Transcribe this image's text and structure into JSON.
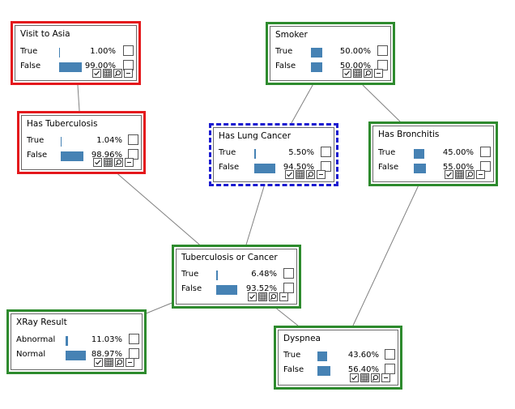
{
  "nodes": {
    "visit_to_asia": {
      "title": "Visit to Asia",
      "states": [
        {
          "label": "True",
          "value": 0.01,
          "pct": "1.00%"
        },
        {
          "label": "False",
          "value": 0.99,
          "pct": "99.00%"
        }
      ],
      "border": "#e4181c"
    },
    "smoker": {
      "title": "Smoker",
      "states": [
        {
          "label": "True",
          "value": 0.5,
          "pct": "50.00%"
        },
        {
          "label": "False",
          "value": 0.5,
          "pct": "50.00%"
        }
      ],
      "border": "#2e8b2e"
    },
    "has_tuberculosis": {
      "title": "Has Tuberculosis",
      "states": [
        {
          "label": "True",
          "value": 0.0104,
          "pct": "1.04%"
        },
        {
          "label": "False",
          "value": 0.9896,
          "pct": "98.96%"
        }
      ],
      "border": "#e4181c"
    },
    "has_lung_cancer": {
      "title": "Has Lung Cancer",
      "states": [
        {
          "label": "True",
          "value": 0.055,
          "pct": "5.50%"
        },
        {
          "label": "False",
          "value": 0.945,
          "pct": "94.50%"
        }
      ],
      "border": "#1a1ad0"
    },
    "has_bronchitis": {
      "title": "Has Bronchitis",
      "states": [
        {
          "label": "True",
          "value": 0.45,
          "pct": "45.00%"
        },
        {
          "label": "False",
          "value": 0.55,
          "pct": "55.00%"
        }
      ],
      "border": "#2e8b2e"
    },
    "tb_or_cancer": {
      "title": "Tuberculosis or Cancer",
      "states": [
        {
          "label": "True",
          "value": 0.0648,
          "pct": "6.48%"
        },
        {
          "label": "False",
          "value": 0.9352,
          "pct": "93.52%"
        }
      ],
      "border": "#2e8b2e"
    },
    "xray_result": {
      "title": "XRay Result",
      "states": [
        {
          "label": "Abnormal",
          "value": 0.1103,
          "pct": "11.03%"
        },
        {
          "label": "Normal",
          "value": 0.8897,
          "pct": "88.97%"
        }
      ],
      "border": "#2e8b2e"
    },
    "dyspnea": {
      "title": "Dyspnea",
      "states": [
        {
          "label": "True",
          "value": 0.436,
          "pct": "43.60%"
        },
        {
          "label": "False",
          "value": 0.564,
          "pct": "56.40%"
        }
      ],
      "border": "#2e8b2e"
    }
  },
  "edges": [
    [
      "visit_to_asia",
      "has_tuberculosis"
    ],
    [
      "smoker",
      "has_lung_cancer"
    ],
    [
      "smoker",
      "has_bronchitis"
    ],
    [
      "has_tuberculosis",
      "tb_or_cancer"
    ],
    [
      "has_lung_cancer",
      "tb_or_cancer"
    ],
    [
      "tb_or_cancer",
      "xray_result"
    ],
    [
      "tb_or_cancer",
      "dyspnea"
    ],
    [
      "has_bronchitis",
      "dyspnea"
    ]
  ],
  "colors": {
    "bar": "#4682b4",
    "edge": "#808080"
  },
  "tool_icons": [
    "checkbox-icon",
    "table-icon",
    "magnifier-icon",
    "minimize-icon"
  ]
}
